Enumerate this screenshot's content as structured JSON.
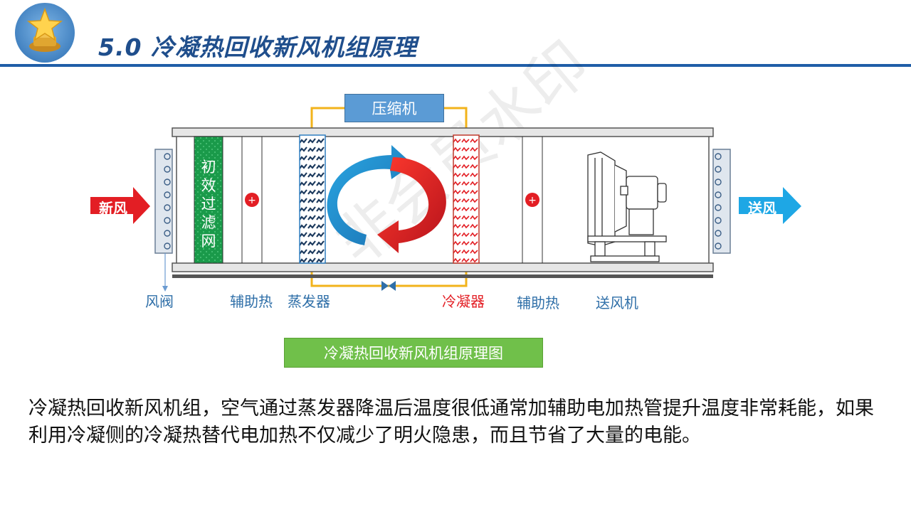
{
  "header": {
    "title": "5.0 冷凝热回收新风机组原理"
  },
  "diagram": {
    "compressor": "压缩机",
    "filter": "初效过滤网",
    "fresh_air": "新风",
    "supply_air": "送风",
    "labels": {
      "damper": "风阀",
      "aux_heat_1": "辅助热",
      "evaporator": "蒸发器",
      "condenser": "冷凝器",
      "aux_heat_2": "辅助热",
      "fan": "送风机"
    },
    "caption": "冷凝热回收新风机组原理图",
    "watermark": "非会员水印"
  },
  "body": {
    "text": "冷凝热回收新风机组，空气通过蒸发器降温后温度很低通常加辅助电加热管提升温度非常耗能，如果利用冷凝侧的冷凝热替代电加热不仅减少了明火隐患，而且节省了大量的电能。"
  },
  "colors": {
    "title": "#1f4e8c",
    "rule": "#1f5ea8",
    "filter": "#1a9a4a",
    "evaporator_coil": "#2f7ec0",
    "condenser_coil": "#e31e24",
    "pipe": "#f2b31b",
    "compressor": "#5b9bd5",
    "caption": "#70c04a"
  }
}
